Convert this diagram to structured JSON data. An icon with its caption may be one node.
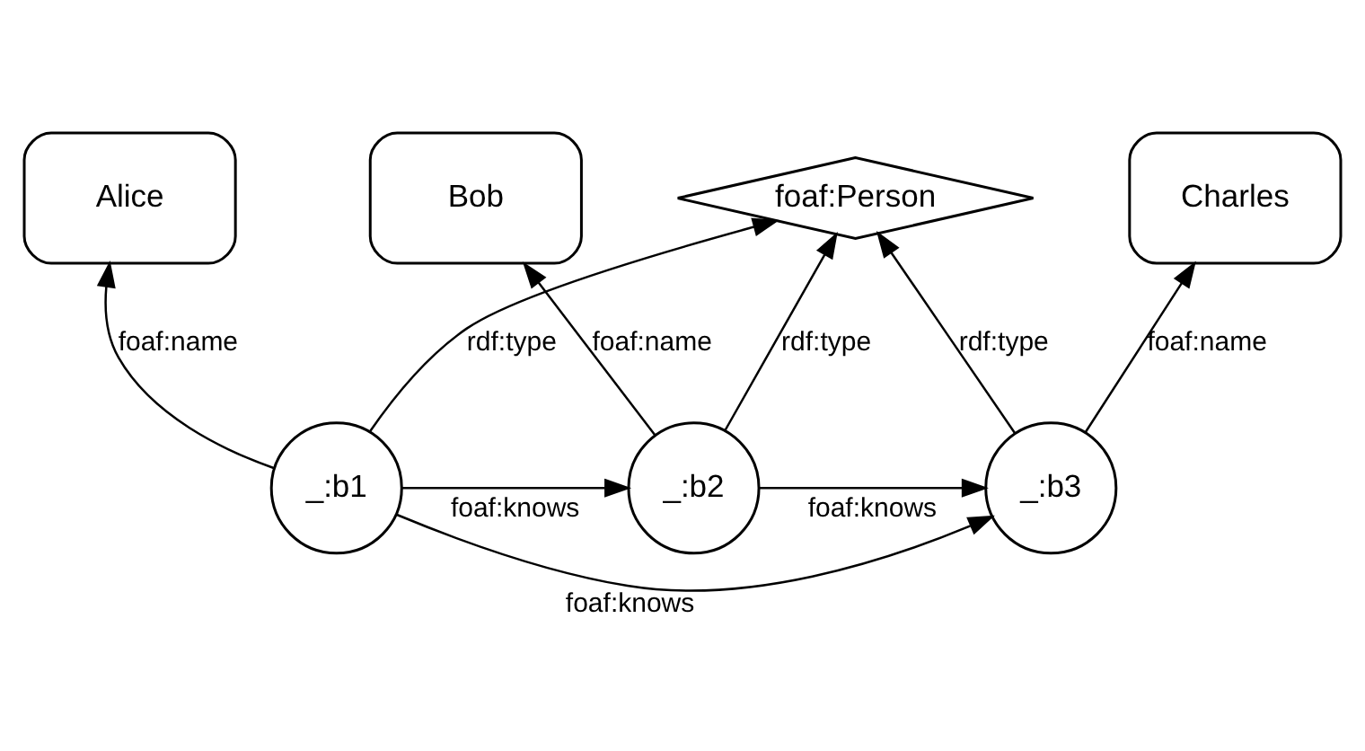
{
  "diagram": {
    "nodes": [
      {
        "text": [
          "foaf:Person"
        ]
      },
      {
        "text": [
          "Charles"
        ]
      },
      {
        "text": [
          "Alice"
        ]
      },
      {
        "text": [
          "Bob"
        ]
      },
      {
        "text": [
          "_:b1"
        ]
      },
      {
        "text": [
          "_:b2"
        ]
      },
      {
        "text": [
          "_:b3"
        ]
      }
    ],
    "edges": [
      {
        "from": 4,
        "to": 2,
        "arrow": "to",
        "label": "foaf:name"
      },
      {
        "from": 4,
        "to": 0,
        "arrow": "to",
        "label": "rdf:type"
      },
      {
        "from": 5,
        "to": 0,
        "arrow": "to",
        "label": "rdf:type"
      },
      {
        "from": 5,
        "to": 3,
        "arrow": "to",
        "label": "foaf:name"
      },
      {
        "from": 6,
        "to": 0,
        "arrow": "to",
        "label": "rdf:type"
      },
      {
        "from": 6,
        "to": 1,
        "arrow": "to",
        "label": "foaf:name"
      },
      {
        "from": 4,
        "to": 5,
        "arrow": "to",
        "label": "foaf:knows"
      },
      {
        "from": 5,
        "to": 6,
        "arrow": "to",
        "label": "foaf:knows"
      },
      {
        "from": 4,
        "to": 6,
        "arrow": "to",
        "label": "foaf:knows"
      }
    ]
  }
}
